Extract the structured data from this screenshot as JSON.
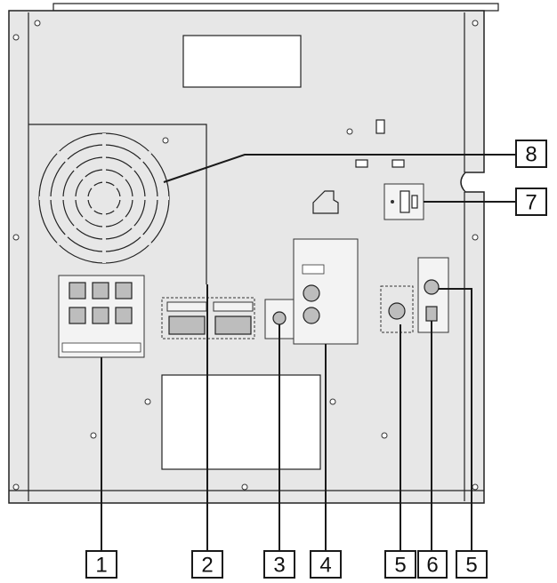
{
  "diagram": {
    "callouts": [
      {
        "id": "1",
        "label": "1"
      },
      {
        "id": "2",
        "label": "2"
      },
      {
        "id": "3",
        "label": "3"
      },
      {
        "id": "4",
        "label": "4"
      },
      {
        "id": "5a",
        "label": "5"
      },
      {
        "id": "6",
        "label": "6"
      },
      {
        "id": "5b",
        "label": "5"
      },
      {
        "id": "7",
        "label": "7"
      },
      {
        "id": "8",
        "label": "8"
      }
    ]
  },
  "colors": {
    "panel": "#e7e7e7",
    "outline": "#222222",
    "background": "#ffffff"
  }
}
